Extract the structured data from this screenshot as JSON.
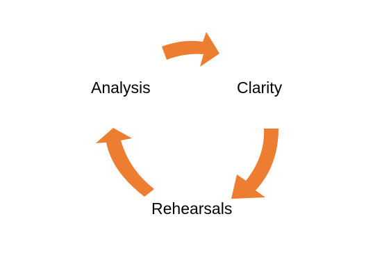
{
  "diagram": {
    "type": "cycle",
    "accent_color": "#ED7D31",
    "text_color": "#000000",
    "nodes": [
      {
        "id": "analysis",
        "label": "Analysis"
      },
      {
        "id": "clarity",
        "label": "Clarity"
      },
      {
        "id": "rehearsals",
        "label": "Rehearsals"
      }
    ],
    "arrows": [
      {
        "from": "analysis",
        "to": "clarity",
        "icon": "curved-arrow-right"
      },
      {
        "from": "clarity",
        "to": "rehearsals",
        "icon": "curved-arrow-down"
      },
      {
        "from": "rehearsals",
        "to": "analysis",
        "icon": "curved-arrow-up"
      }
    ]
  }
}
